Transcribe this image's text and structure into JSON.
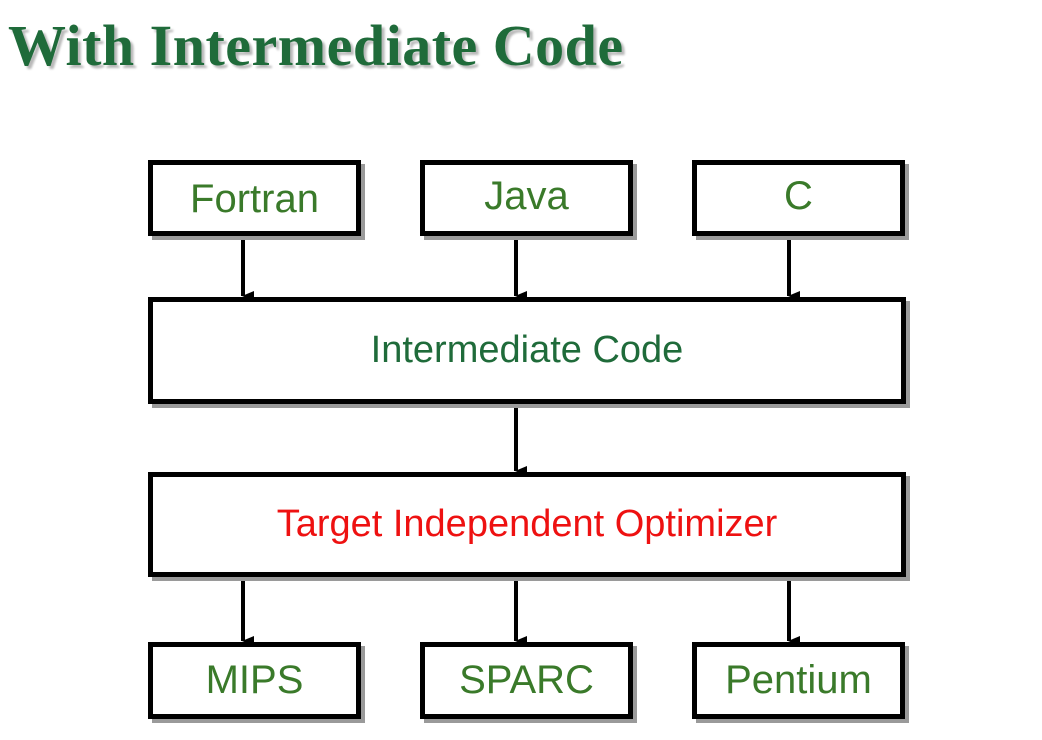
{
  "slide": {
    "title": "With Intermediate Code"
  },
  "diagram": {
    "sources": [
      "Fortran",
      "Java",
      "C"
    ],
    "intermediate": "Intermediate Code",
    "optimizer": "Target Independent Optimizer",
    "targets": [
      "MIPS",
      "SPARC",
      "Pentium"
    ],
    "colors": {
      "title": "#1f6b3a",
      "label_green": "#3a7a2a",
      "optimizer_red": "#ee1111",
      "border": "#000000"
    }
  }
}
